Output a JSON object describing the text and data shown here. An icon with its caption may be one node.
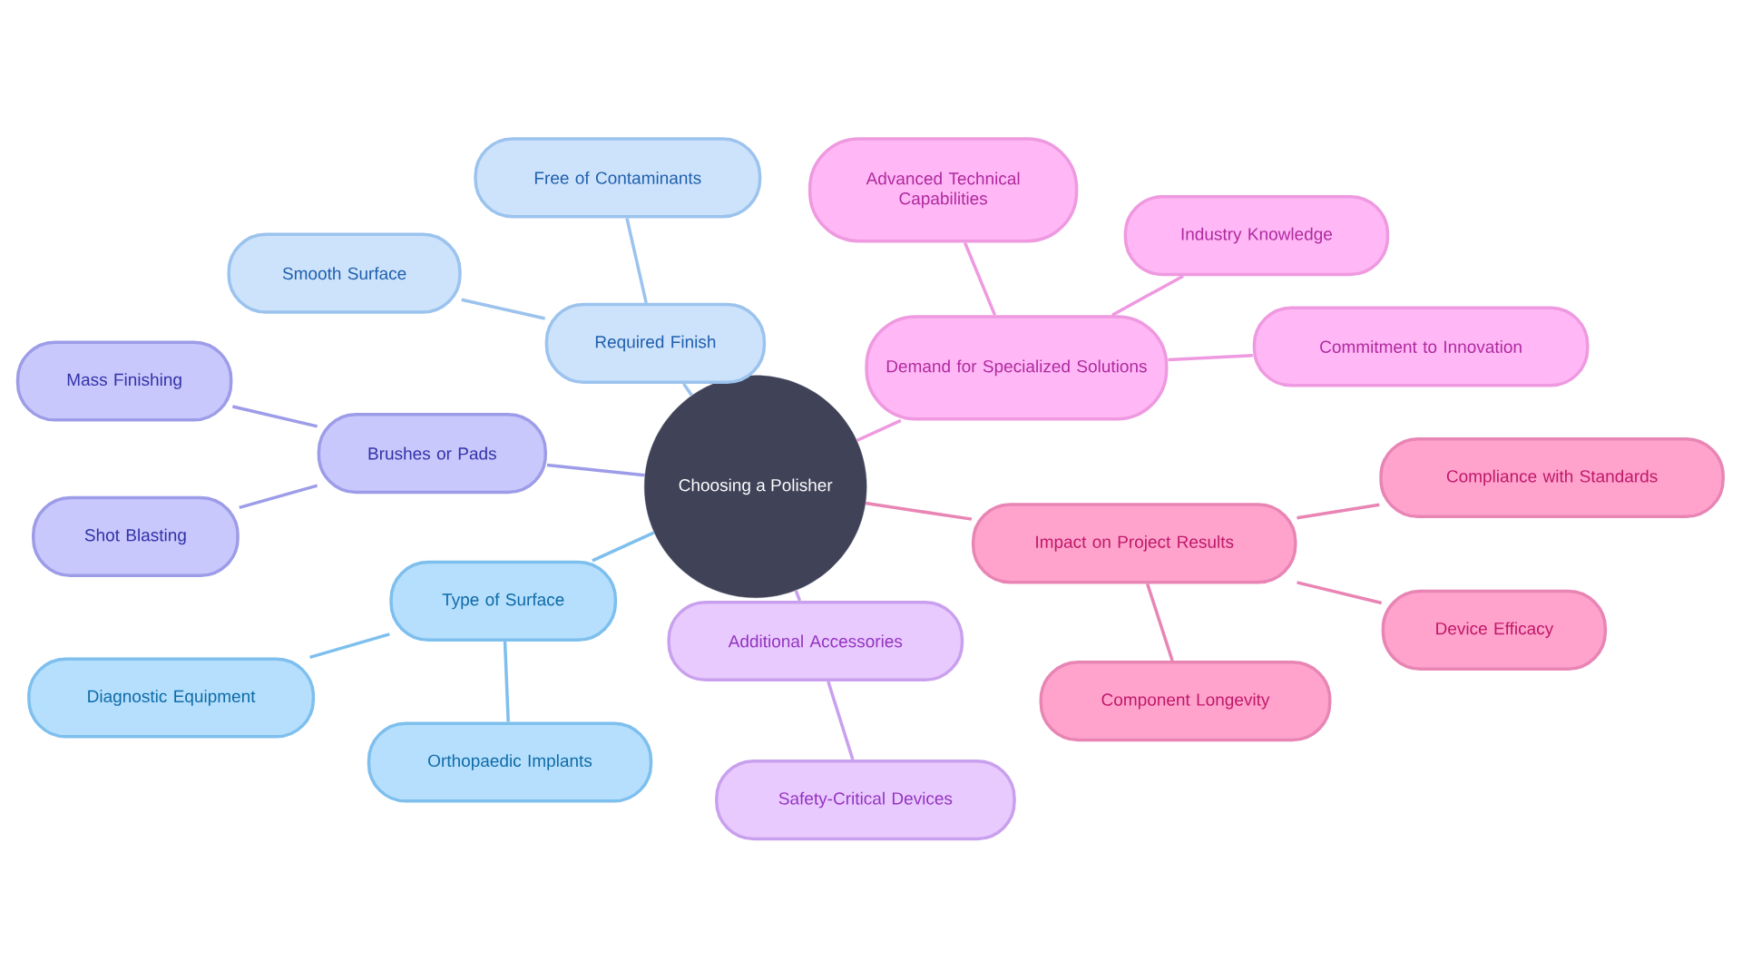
{
  "diagram": {
    "nodes": [
      {
        "text": [
          "Choosing a Polisher"
        ]
      },
      {
        "text": [
          "Required Finish"
        ]
      },
      {
        "text": [
          "Free of Contaminants"
        ]
      },
      {
        "text": [
          "Smooth Surface"
        ]
      },
      {
        "text": [
          "Demand for Specialized Solutions"
        ]
      },
      {
        "text": [
          "Advanced Technical Capabilities"
        ]
      },
      {
        "text": [
          "Industry Knowledge"
        ]
      },
      {
        "text": [
          "Commitment to Innovation"
        ]
      },
      {
        "text": [
          "Brushes or Pads"
        ]
      },
      {
        "text": [
          "Mass Finishing"
        ]
      },
      {
        "text": [
          "Shot Blasting"
        ]
      },
      {
        "text": [
          "Impact on Project Results"
        ]
      },
      {
        "text": [
          "Compliance with Standards"
        ]
      },
      {
        "text": [
          "Device Efficacy"
        ]
      },
      {
        "text": [
          "Component Longevity"
        ]
      },
      {
        "text": [
          "Type of Surface"
        ]
      },
      {
        "text": [
          "Diagnostic Equipment"
        ]
      },
      {
        "text": [
          "Orthopaedic Implants"
        ]
      },
      {
        "text": [
          "Additional Accessories"
        ]
      },
      {
        "text": [
          "Safety-Critical Devices"
        ]
      }
    ],
    "edges": [
      {
        "from": 0,
        "to": 1,
        "arrow": "none",
        "color": "#9cc3ee"
      },
      {
        "from": 1,
        "to": 2,
        "arrow": "none",
        "color": "#9cc3ee"
      },
      {
        "from": 1,
        "to": 3,
        "arrow": "none",
        "color": "#9cc3ee"
      },
      {
        "from": 0,
        "to": 4,
        "arrow": "none",
        "color": "#ee99e0"
      },
      {
        "from": 4,
        "to": 5,
        "arrow": "none",
        "color": "#ee99e0"
      },
      {
        "from": 4,
        "to": 6,
        "arrow": "none",
        "color": "#ee99e0"
      },
      {
        "from": 4,
        "to": 7,
        "arrow": "none",
        "color": "#ee99e0"
      },
      {
        "from": 0,
        "to": 8,
        "arrow": "none",
        "color": "#9d9ce8"
      },
      {
        "from": 8,
        "to": 9,
        "arrow": "none",
        "color": "#9d9ce8"
      },
      {
        "from": 8,
        "to": 10,
        "arrow": "none",
        "color": "#9d9ce8"
      },
      {
        "from": 0,
        "to": 11,
        "arrow": "none",
        "color": "#e885b4"
      },
      {
        "from": 11,
        "to": 12,
        "arrow": "none",
        "color": "#e885b4"
      },
      {
        "from": 11,
        "to": 13,
        "arrow": "none",
        "color": "#e885b4"
      },
      {
        "from": 11,
        "to": 14,
        "arrow": "none",
        "color": "#e885b4"
      },
      {
        "from": 0,
        "to": 15,
        "arrow": "none",
        "color": "#7ebfee"
      },
      {
        "from": 15,
        "to": 16,
        "arrow": "none",
        "color": "#7ebfee"
      },
      {
        "from": 15,
        "to": 17,
        "arrow": "none",
        "color": "#7ebfee"
      },
      {
        "from": 0,
        "to": 18,
        "arrow": "none",
        "color": "#c9a0ee"
      },
      {
        "from": 18,
        "to": 19,
        "arrow": "none",
        "color": "#c9a0ee"
      }
    ]
  }
}
